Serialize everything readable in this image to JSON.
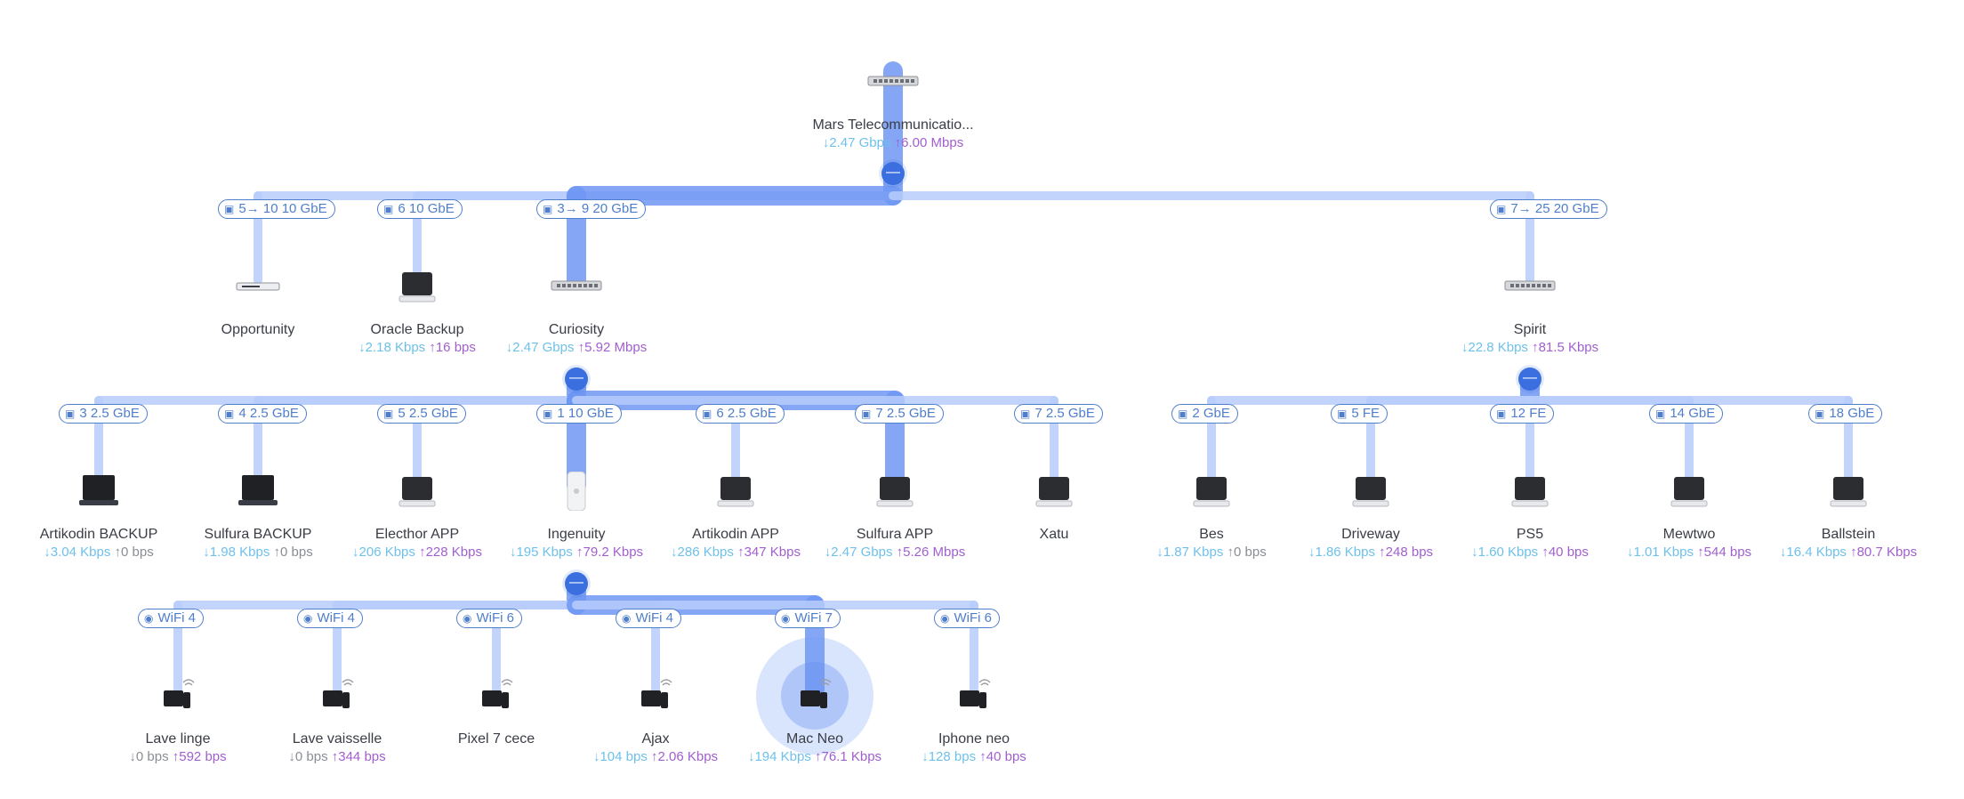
{
  "colors": {
    "accent": "#3b6fe0",
    "link": "#7aa4f5",
    "down": "#6ec1ea",
    "up": "#a15fcf",
    "port": "#4f7ecb"
  },
  "root": {
    "label": "Mars Telecommunicatio...",
    "down": "2.47 Gbps",
    "up": "6.00 Mbps",
    "icon": "gateway-icon"
  },
  "level1": [
    {
      "label": "Opportunity",
      "port": "5→ 10 10 GbE",
      "down": "",
      "up": "",
      "icon": "switch-mini-icon"
    },
    {
      "label": "Oracle Backup",
      "port": "6 10 GbE",
      "down": "2.18 Kbps",
      "up": "16 bps",
      "icon": "nas-icon"
    },
    {
      "label": "Curiosity",
      "port": "3→ 9 20 GbE",
      "down": "2.47 Gbps",
      "up": "5.92 Mbps",
      "icon": "switch-icon"
    },
    {
      "label": "Spirit",
      "port": "7→ 25 20 GbE",
      "down": "22.8 Kbps",
      "up": "81.5 Kbps",
      "icon": "switch-icon"
    }
  ],
  "curiosity_children": [
    {
      "label": "Artikodin BACKUP",
      "port": "3 2.5 GbE",
      "down": "3.04 Kbps",
      "up": "0 bps",
      "icon": "laptop-icon"
    },
    {
      "label": "Sulfura BACKUP",
      "port": "4 2.5 GbE",
      "down": "1.98 Kbps",
      "up": "0 bps",
      "icon": "laptop-icon"
    },
    {
      "label": "Electhor APP",
      "port": "5 2.5 GbE",
      "down": "206 Kbps",
      "up": "228 Kbps",
      "icon": "desktop-icon"
    },
    {
      "label": "Ingenuity",
      "port": "1 10 GbE",
      "down": "195 Kbps",
      "up": "79.2 Kbps",
      "icon": "access-point-icon"
    },
    {
      "label": "Artikodin APP",
      "port": "6 2.5 GbE",
      "down": "286 Kbps",
      "up": "347 Kbps",
      "icon": "desktop-icon"
    },
    {
      "label": "Sulfura APP",
      "port": "7 2.5 GbE",
      "down": "2.47 Gbps",
      "up": "5.26 Mbps",
      "icon": "desktop-icon"
    },
    {
      "label": "Xatu",
      "port": "7 2.5 GbE",
      "down": "",
      "up": "",
      "icon": "desktop-icon"
    }
  ],
  "spirit_children": [
    {
      "label": "Bes",
      "port": "2 GbE",
      "down": "1.87 Kbps",
      "up": "0 bps",
      "icon": "desktop-icon"
    },
    {
      "label": "Driveway",
      "port": "5 FE",
      "down": "1.86 Kbps",
      "up": "248 bps",
      "icon": "desktop-icon"
    },
    {
      "label": "PS5",
      "port": "12 FE",
      "down": "1.60 Kbps",
      "up": "40 bps",
      "icon": "desktop-icon"
    },
    {
      "label": "Mewtwo",
      "port": "14 GbE",
      "down": "1.01 Kbps",
      "up": "544 bps",
      "icon": "desktop-icon"
    },
    {
      "label": "Ballstein",
      "port": "18 GbE",
      "down": "16.4 Kbps",
      "up": "80.7 Kbps",
      "icon": "desktop-icon"
    }
  ],
  "wifi_children": [
    {
      "label": "Lave linge",
      "port": "WiFi 4",
      "down": "0 bps",
      "up": "592 bps",
      "icon": "wireless-device-icon"
    },
    {
      "label": "Lave vaisselle",
      "port": "WiFi 4",
      "down": "0 bps",
      "up": "344 bps",
      "icon": "wireless-device-icon"
    },
    {
      "label": "Pixel 7 cece",
      "port": "WiFi 6",
      "down": "",
      "up": "",
      "icon": "wireless-device-icon"
    },
    {
      "label": "Ajax",
      "port": "WiFi 4",
      "down": "104 bps",
      "up": "2.06 Kbps",
      "icon": "wireless-device-icon"
    },
    {
      "label": "Mac Neo",
      "port": "WiFi 7",
      "down": "194 Kbps",
      "up": "76.1 Kbps",
      "icon": "wireless-device-icon",
      "selected": true
    },
    {
      "label": "Iphone neo",
      "port": "WiFi 6",
      "down": "128 bps",
      "up": "40 bps",
      "icon": "wireless-device-icon"
    }
  ],
  "collapse_glyph": "—",
  "arrow_down": "↓",
  "arrow_up": "↑"
}
